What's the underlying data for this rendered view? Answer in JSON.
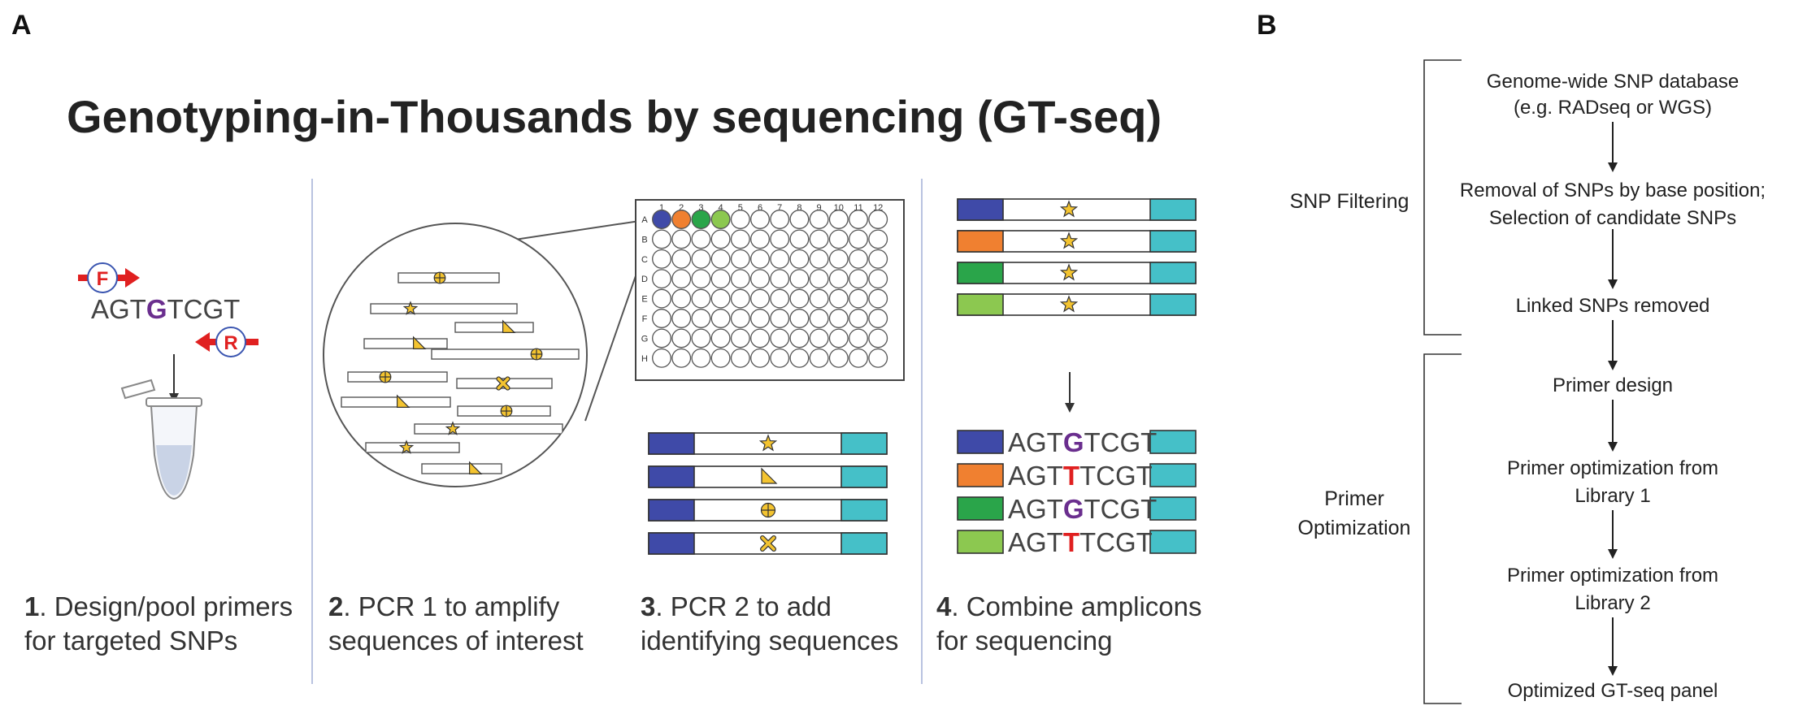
{
  "panel_a": {
    "letter": "A",
    "title": "Genotyping-in-Thousands by sequencing (GT-seq)",
    "primer_forward_label": "F",
    "primer_reverse_label": "R",
    "sequence": {
      "prefix": "AGT",
      "snp": "G",
      "suffix": "TCGT"
    },
    "steps": [
      {
        "number": "1",
        "line1": ". Design/pool primers",
        "line2": "for targeted SNPs"
      },
      {
        "number": "2",
        "line1": ". PCR 1 to amplify",
        "line2": "sequences of interest"
      },
      {
        "number": "3",
        "line1": ". PCR 2 to add",
        "line2": "identifying sequences"
      },
      {
        "number": "4",
        "line1": ". Combine amplicons",
        "line2": "for sequencing"
      }
    ],
    "plate": {
      "columns": [
        "1",
        "2",
        "3",
        "4",
        "5",
        "6",
        "7",
        "8",
        "9",
        "10",
        "11",
        "12"
      ],
      "rows": [
        "A",
        "B",
        "C",
        "D",
        "E",
        "F",
        "G",
        "H"
      ],
      "filled_wells_row_a": [
        "#3f4aa8",
        "#f08030",
        "#2aa54a",
        "#8cc850"
      ]
    },
    "index_colors": [
      "#3f4aa8",
      "#f08030",
      "#2aa54a",
      "#8cc850"
    ],
    "adapter_color": "#45c0c8",
    "marker_color": "#f4c430",
    "pcr2_markers": [
      "star-icon",
      "triangle-icon",
      "circle-cross-icon",
      "x-icon"
    ],
    "final_sequences": [
      {
        "prefix": "AGT",
        "snp": "G",
        "suffix": "TCGT",
        "snp_color": "#6a2e8e"
      },
      {
        "prefix": "AGT",
        "snp": "T",
        "suffix": "TCGT",
        "snp_color": "#e02020"
      },
      {
        "prefix": "AGT",
        "snp": "G",
        "suffix": "TCGT",
        "snp_color": "#6a2e8e"
      },
      {
        "prefix": "AGT",
        "snp": "T",
        "suffix": "TCGT",
        "snp_color": "#e02020"
      }
    ]
  },
  "panel_b": {
    "letter": "B",
    "groups": [
      {
        "label_lines": [
          "SNP Filtering"
        ]
      },
      {
        "label_lines": [
          "Primer",
          "Optimization"
        ]
      }
    ],
    "steps": [
      {
        "lines": [
          "Genome-wide SNP database",
          "(e.g. RADseq or WGS)"
        ]
      },
      {
        "lines": [
          "Removal of SNPs by base position;",
          "Selection of candidate SNPs"
        ]
      },
      {
        "lines": [
          "Linked SNPs removed"
        ]
      },
      {
        "lines": [
          "Primer design"
        ]
      },
      {
        "lines": [
          "Primer optimization from",
          "Library 1"
        ]
      },
      {
        "lines": [
          "Primer optimization from",
          "Library 2"
        ]
      },
      {
        "lines": [
          "Optimized GT-seq panel"
        ]
      }
    ]
  }
}
